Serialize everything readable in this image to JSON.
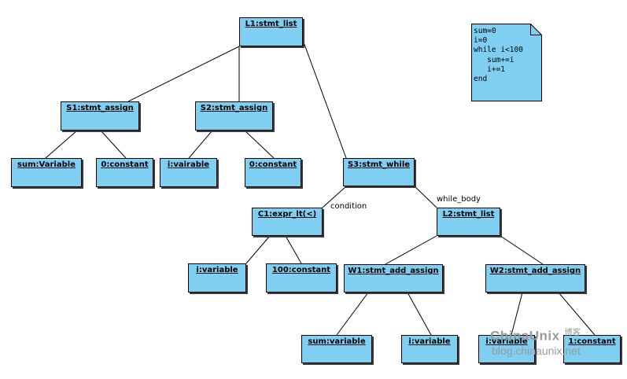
{
  "nodes": {
    "L1": "L1:stmt_list",
    "S1": "S1:stmt_assign",
    "S2": "S2:stmt_assign",
    "S3": "S3:stmt_while",
    "sum_var": "sum:Variable",
    "const0_a": "0:constant",
    "i_vairable": "i:vairable",
    "const0_b": "0:constant",
    "C1": "C1:expr_lt(<)",
    "L2": "L2:stmt_list",
    "i_var_c1": "i:variable",
    "const100": "100:constant",
    "W1": "W1:stmt_add_assign",
    "W2": "W2:stmt_add_assign",
    "sum_var_w1": "sum:variable",
    "i_var_w1": "i:variable",
    "i_var_w2": "i:variable",
    "const1": "1:constant"
  },
  "edge_labels": {
    "condition": "condition",
    "while_body": "while_body"
  },
  "note": {
    "code": "sum=0\ni=0\nwhile i<100\n   sum+=i\n   i+=1\nend"
  },
  "watermark": {
    "logo": "ChinaUnix",
    "logo_sub": "博客",
    "url": "blog.chinaunix.net"
  },
  "colors": {
    "node_fill": "#7fcff3",
    "border": "#000000",
    "watermark": "#9a9a9a"
  }
}
